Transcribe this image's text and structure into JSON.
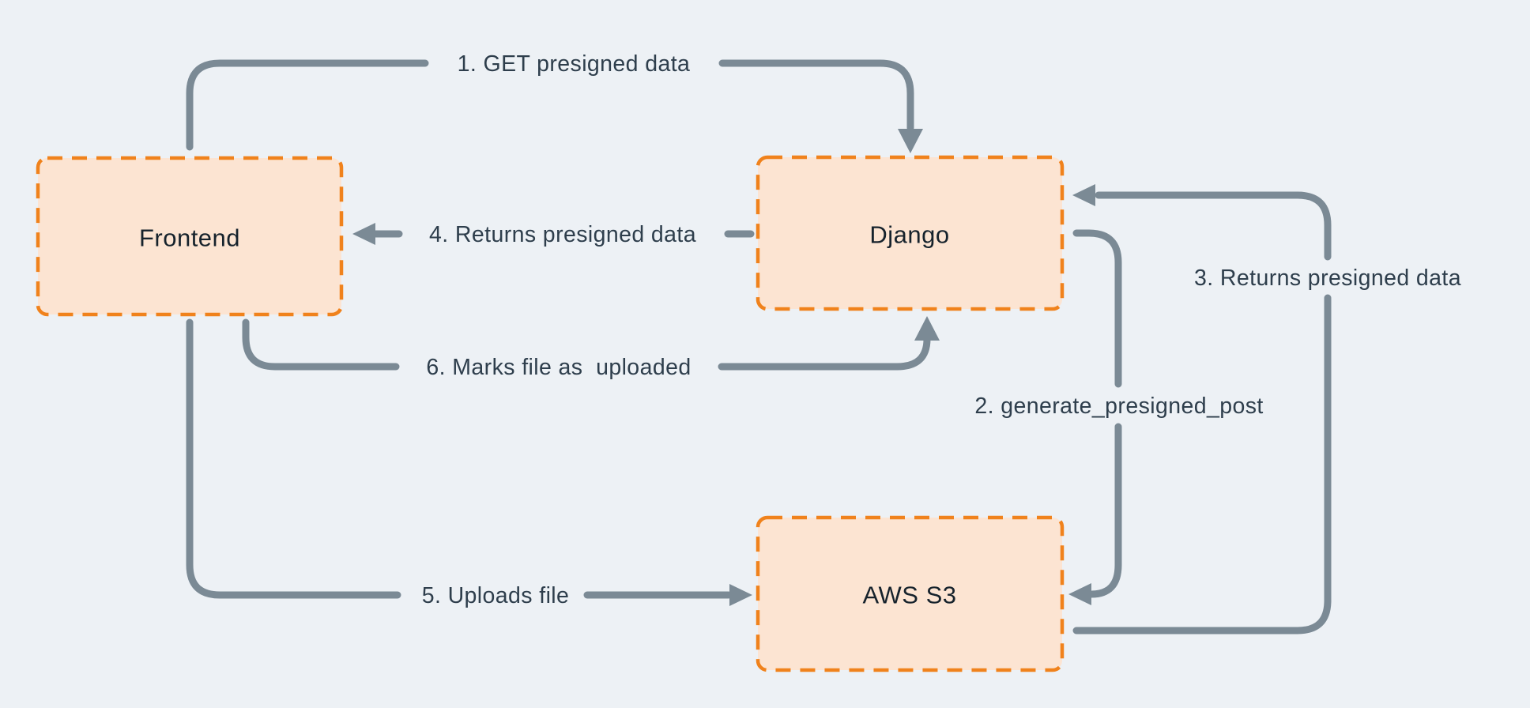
{
  "diagram": {
    "title": "Presigned upload flow diagram",
    "background_color": "#edf1f5"
  },
  "colors": {
    "node_fill": "#fce4d2",
    "node_border": "#f0821c",
    "arrow": "#7b8a95",
    "flow_label_text": "#2e3e4c",
    "node_label_text": "#16222c"
  },
  "nodes": [
    {
      "id": "frontend",
      "label": "Frontend"
    },
    {
      "id": "django",
      "label": "Django"
    },
    {
      "id": "aws-s3",
      "label": "AWS S3"
    }
  ],
  "flows": [
    {
      "step": "1",
      "label": "1. GET presigned data",
      "from": "Frontend",
      "to": "Django"
    },
    {
      "step": "2",
      "label": "2. generate_presigned_post",
      "from": "Django",
      "to": "AWS S3"
    },
    {
      "step": "3",
      "label": "3. Returns presigned data",
      "from": "AWS S3",
      "to": "Django"
    },
    {
      "step": "4",
      "label": "4. Returns presigned data",
      "from": "Django",
      "to": "Frontend"
    },
    {
      "step": "5",
      "label": "5. Uploads file",
      "from": "Frontend",
      "to": "AWS S3"
    },
    {
      "step": "6",
      "label": "6. Marks file as  uploaded",
      "from": "Frontend",
      "to": "Django"
    }
  ]
}
